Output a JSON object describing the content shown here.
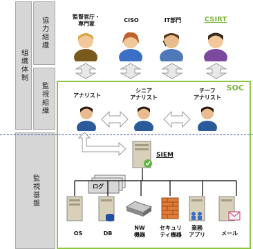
{
  "side": {
    "org_system": "組織体制",
    "cooperation": "協力組織",
    "monitoring_org": "監視組織",
    "monitoring_base": "監視基盤"
  },
  "cooperation": {
    "regulator": "監督官庁・\n専門家",
    "ciso": "CISO",
    "it_dept": "IT部門",
    "csirt": "CSIRT"
  },
  "soc": {
    "label": "SOC",
    "analyst": "アナリスト",
    "senior_analyst": "シニア\nアナリスト",
    "chief_analyst": "チーフ\nアナリスト",
    "siem": "SIEM",
    "log": "ログ"
  },
  "sources": {
    "os": "OS",
    "db": "DB",
    "nw": "NW\n機器",
    "security": "セキュリ\nティ機器",
    "business": "業務\nアプリ",
    "mail": "メール"
  },
  "colors": {
    "accent_green": "#8cc63f",
    "dash_blue": "#2f4fa0"
  }
}
